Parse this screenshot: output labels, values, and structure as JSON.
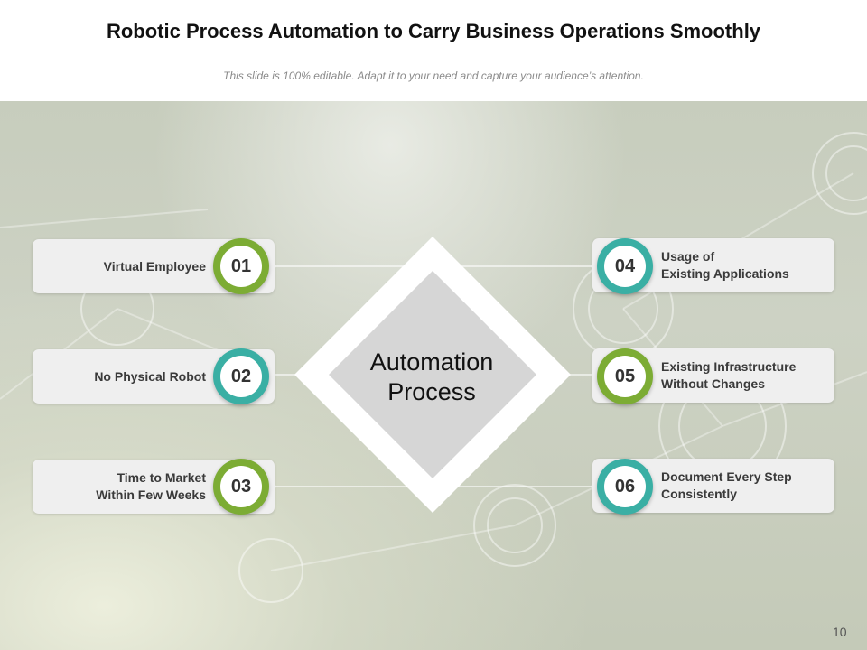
{
  "slide": {
    "title": "Robotic Process Automation to Carry Business Operations Smoothly",
    "subtitle": "This slide is 100% editable. Adapt it to your need and capture your audience’s attention.",
    "page_number": "10"
  },
  "center": {
    "line1": "Automation",
    "line2": "Process"
  },
  "colors": {
    "green": "#7cac34",
    "teal": "#3aafa4",
    "pill": "#efefef",
    "diamond": "#d6d6d6"
  },
  "items": [
    {
      "number": "01",
      "line1": "Virtual Employee",
      "line2": "",
      "color": "green"
    },
    {
      "number": "02",
      "line1": "No Physical Robot",
      "line2": "",
      "color": "teal"
    },
    {
      "number": "03",
      "line1": "Time to Market",
      "line2": "Within Few Weeks",
      "color": "green"
    },
    {
      "number": "04",
      "line1": "Usage of",
      "line2": "Existing Applications",
      "color": "teal"
    },
    {
      "number": "05",
      "line1": "Existing Infrastructure",
      "line2": "Without Changes",
      "color": "green"
    },
    {
      "number": "06",
      "line1": "Document Every Step",
      "line2": "Consistently",
      "color": "teal"
    }
  ]
}
